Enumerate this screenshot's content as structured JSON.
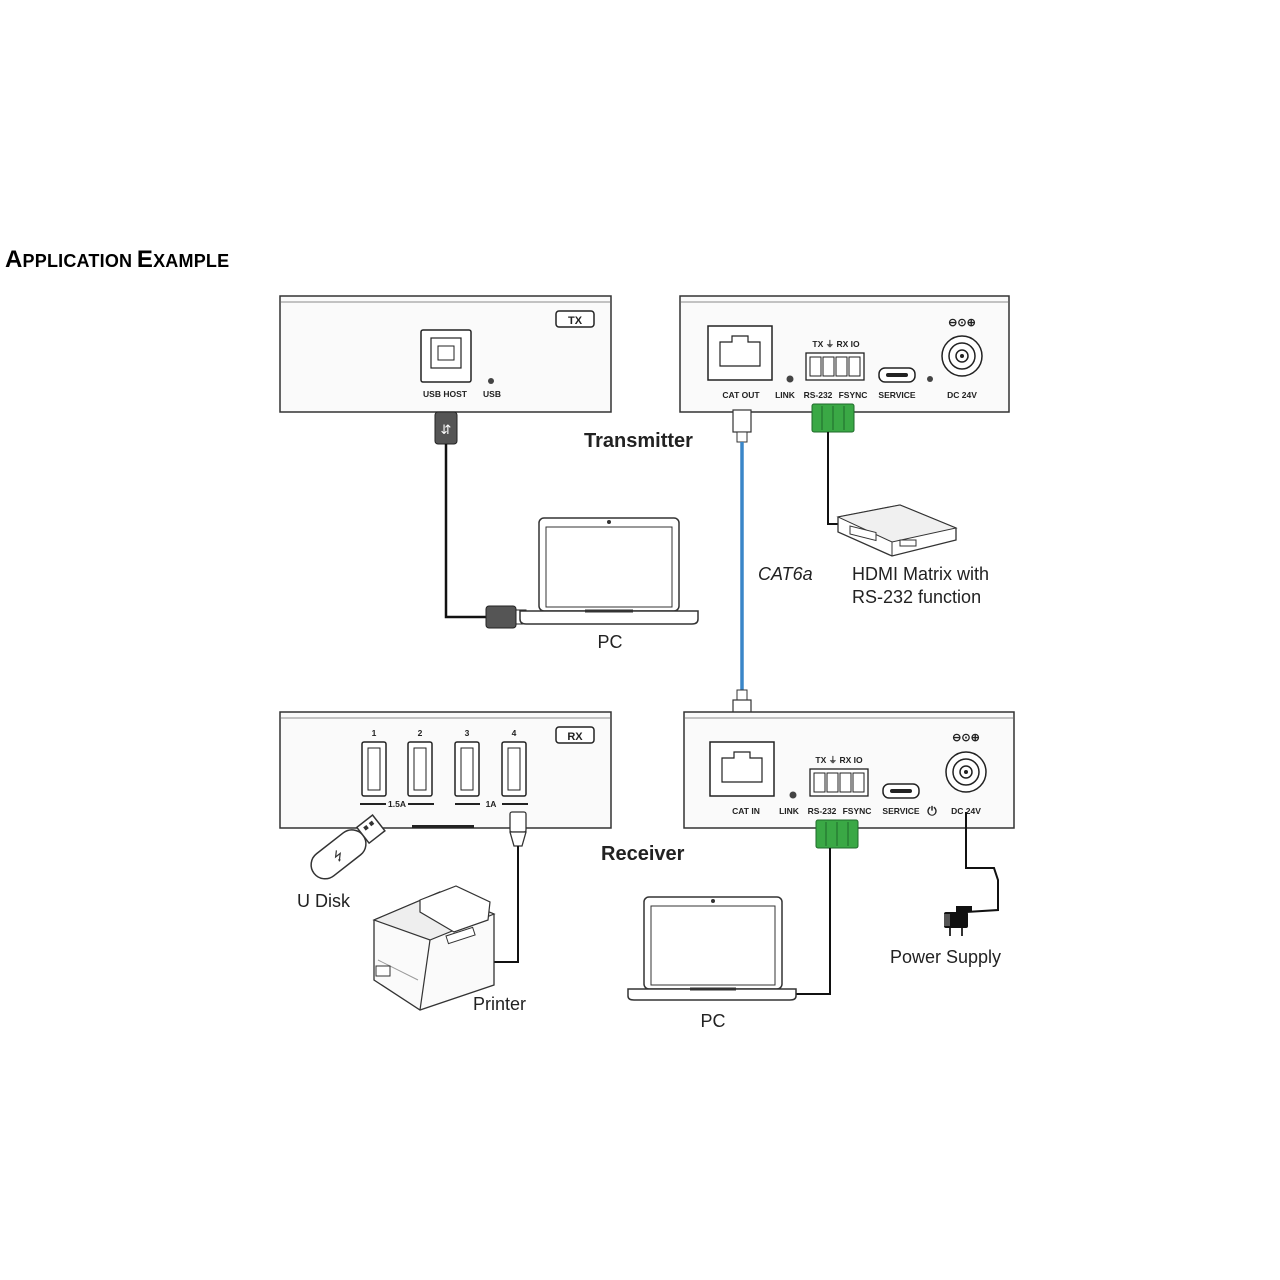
{
  "title": {
    "first_cap": "A",
    "first_rest": "PPLICATION",
    "second_cap": "E",
    "second_rest": "XAMPLE"
  },
  "sections": {
    "transmitter": "Transmitter",
    "receiver": "Receiver"
  },
  "cable_label": "CAT6a",
  "colors": {
    "cable_blue": "#3a86c8",
    "terminal_green": "#3aa845",
    "outline": "#333333",
    "panel_fill": "#fafafa"
  },
  "tx_front": {
    "badge": "TX",
    "ports": [
      "USB HOST",
      "USB"
    ]
  },
  "tx_rear": {
    "ports": [
      "CAT OUT",
      "LINK",
      "RS-232",
      "FSYNC",
      "SERVICE",
      "DC 24V"
    ],
    "terminal_header": "TX ⏚ RX IO",
    "power_symbol": "⊖⊙⊕"
  },
  "rx_front": {
    "badge": "RX",
    "port_numbers": [
      "1",
      "2",
      "3",
      "4"
    ],
    "current_labels": [
      "1.5A",
      "1A"
    ]
  },
  "rx_rear": {
    "ports": [
      "CAT IN",
      "LINK",
      "RS-232",
      "FSYNC",
      "SERVICE",
      "DC 24V"
    ],
    "terminal_header": "TX ⏚ RX IO",
    "power_symbol": "⊖⊙⊕"
  },
  "devices": {
    "pc_top": "PC",
    "hdmi_matrix_line1": "HDMI Matrix with",
    "hdmi_matrix_line2": "RS-232 function",
    "u_disk": "U Disk",
    "printer": "Printer",
    "pc_bottom": "PC",
    "power_supply": "Power Supply"
  }
}
